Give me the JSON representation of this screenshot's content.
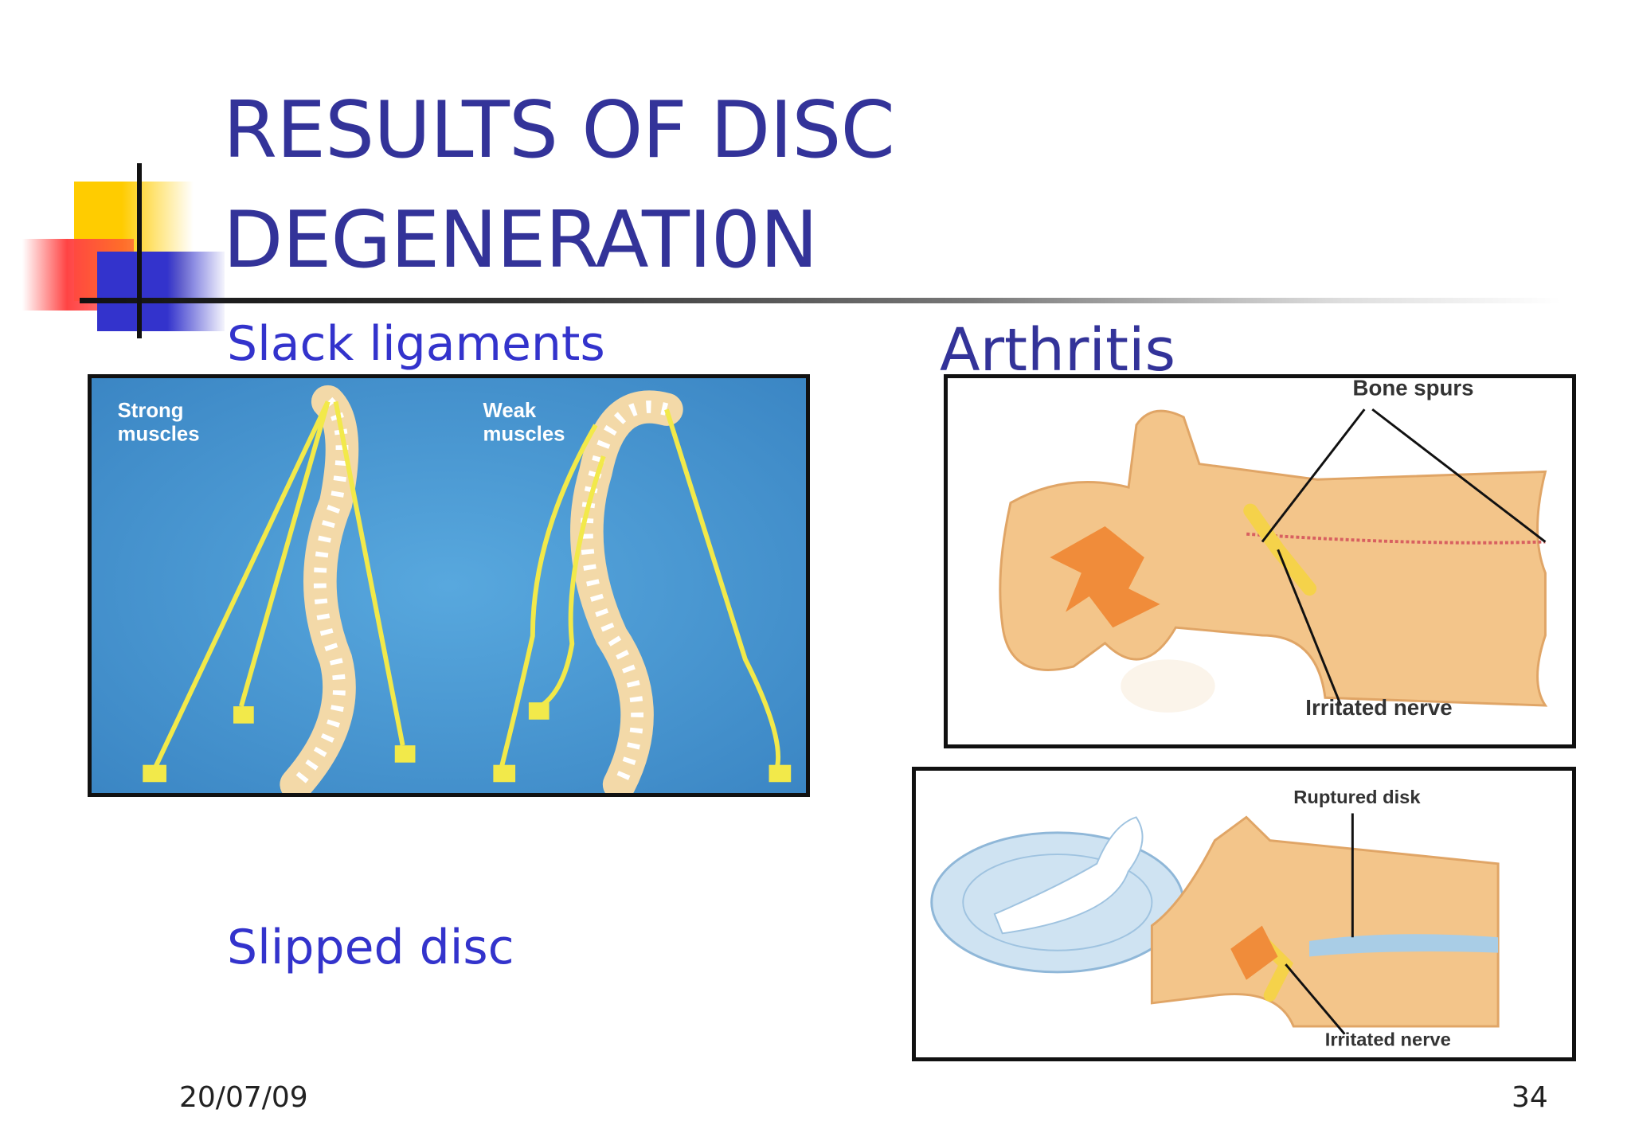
{
  "slide": {
    "title_line1": "RESULTS OF DISC",
    "title_line2": "DEGENERATI0N",
    "label_slack": "Slack ligaments",
    "label_arthritis": "Arthritis",
    "label_slipped": "Slipped disc",
    "date": "20/07/09",
    "page_number": "34"
  },
  "figures": {
    "spine": {
      "left_label": "Strong\nmuscles",
      "right_label": "Weak\nmuscles"
    },
    "arthritis": {
      "top_label": "Bone spurs",
      "bottom_label": "Irritated nerve"
    },
    "rupture": {
      "top_label": "Ruptured disk",
      "bottom_label": "Irritated nerve"
    }
  },
  "colors": {
    "title": "#333399",
    "label": "#3333cc",
    "spine_bg": "#4a9ad4",
    "ligament": "#f2e94a",
    "bone": "#f3c58a",
    "disc": "#a9cde6"
  }
}
